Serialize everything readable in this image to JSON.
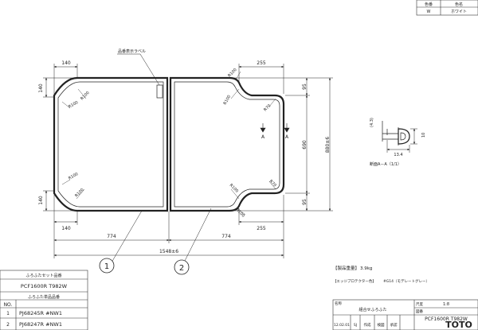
{
  "color_table": {
    "header_code": "色番",
    "header_name": "色名",
    "code": "W",
    "name": "ホワイト"
  },
  "label_callout": "品番表示ラベル",
  "dimensions": {
    "corner_top_left": "140",
    "corner_top_right": "255",
    "corner_bottom_left": "140",
    "corner_bottom_right": "255",
    "side_left_top": "140",
    "side_left_bottom": "140",
    "side_right_top": "95",
    "side_right_bottom": "95",
    "right_inner": "690",
    "right_overall": "880±6",
    "width_left": "774",
    "width_right": "774",
    "width_total": "1548±6"
  },
  "radii": {
    "r100_a": "R100",
    "r100_b": "R100",
    "r100_c": "R100",
    "r100_d": "R100",
    "r100_e": "R100",
    "r100_f": "R100",
    "r100_g": "R100",
    "r100_h": "R100",
    "r70_a": "R70",
    "r70_b": "R70"
  },
  "section_marks": {
    "a1": "A",
    "a2": "A",
    "caption": "断面A－A（1/1）",
    "dim_4_3": "(4.3)",
    "dim_10": "10",
    "dim_13_4": "13.4"
  },
  "balloons": {
    "one": "1",
    "two": "2"
  },
  "specs": {
    "weight_label": "【製品重量】",
    "weight_value": "3.9kg",
    "edge_label": "【エッジプロテクター色】",
    "edge_value": "#G14（モデレートグレー）"
  },
  "parts_table": {
    "set_title": "ふろふたセット品番",
    "set_part": "PCF1600R T982W",
    "unit_title": "ふろふた単品品番",
    "col_no": "NO.",
    "rows": [
      {
        "no": "1",
        "part": "PJ68245R #NW1"
      },
      {
        "no": "2",
        "part": "PJ68247R #NW1"
      }
    ]
  },
  "title_block": {
    "name_label": "名称",
    "name_value": "組合せふろふた",
    "scale_label": "尺度",
    "scale_value": "1:8",
    "drawing_no_label": "図番",
    "drawing_no_value": "PCF1600R T982W",
    "date": "12.02.01",
    "mark": "SJ",
    "stage1": "作成",
    "stage2": "検図",
    "stage3": "承認",
    "brand": "TOTO"
  }
}
